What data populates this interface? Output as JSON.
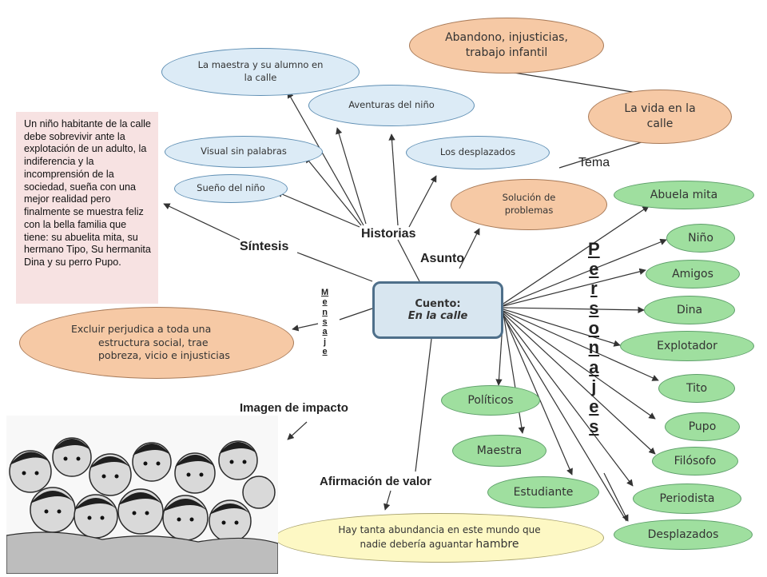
{
  "center": {
    "line1": "Cuento:",
    "line2": "En la calle"
  },
  "branch_labels": {
    "sintesis": "Síntesis",
    "historias": "Historias",
    "asunto": "Asunto",
    "tema": "Tema",
    "imagen": "Imagen de impacto",
    "afirmacion": "Afirmación de valor",
    "mensaje": "Mensaje",
    "personajes": "Personajes"
  },
  "summary_text": "Un niño habitante de la calle debe sobrevivir ante la explotación de un adulto, la indiferencia y la incomprensión de la sociedad, sueña con una mejor realidad pero finalmente se muestra feliz con la bella familia que tiene: su abuelita mita, su hermano Tipo, Su hermanita Dina y su perro Pupo.",
  "historias_items": {
    "maestra": "La maestra y su alumno en la calle",
    "aventuras": "Aventuras del niño",
    "visual": "Visual sin palabras",
    "sueno": "Sueño del niño",
    "desplazados": "Los desplazados"
  },
  "tema_items": {
    "abandono_line1": "Abandono, injusticias,",
    "abandono_line2": "trabajo infantil",
    "vida": "La vida en la calle"
  },
  "asunto_item": "Solución de problemas",
  "mensaje_item": {
    "line1": "Excluir perjudica a toda una",
    "line2": "estructura social, trae",
    "line3": "pobreza, vicio e injusticias"
  },
  "afirmacion_item": {
    "line1": "Hay tanta abundancia en este mundo que",
    "line2": "nadie debería aguantar",
    "line2_emph": "hambre"
  },
  "personajes": {
    "abuela": "Abuela mita",
    "nino": "Niño",
    "amigos": "Amigos",
    "dina": "Dina",
    "explotador": "Explotador",
    "tito": "Tito",
    "pupo": "Pupo",
    "filosofo": "Filósofo",
    "periodista": "Periodista",
    "desplazados": "Desplazados",
    "politicos": "Políticos",
    "maestra": "Maestra",
    "estudiante": "Estudiante"
  }
}
